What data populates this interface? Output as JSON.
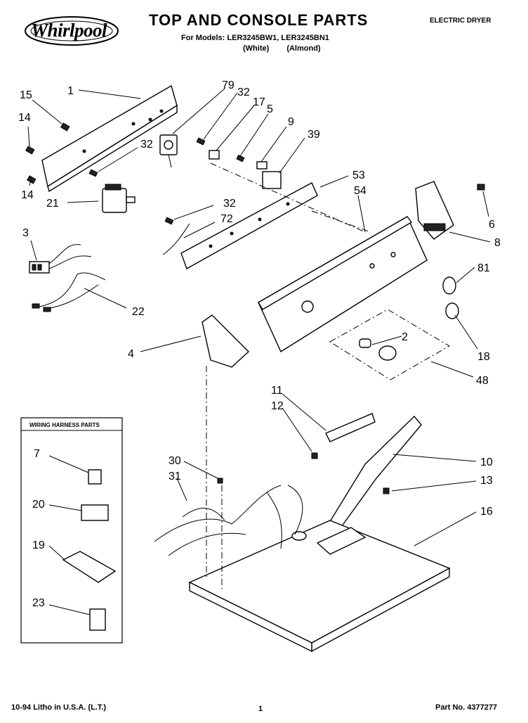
{
  "header": {
    "brand": "Whirlpool",
    "title": "TOP AND CONSOLE PARTS",
    "models_line": "For Models: LER3245BW1, LER3245BN1",
    "model_colors": [
      "(White)",
      "(Almond)"
    ],
    "doc_type": "ELECTRIC DRYER"
  },
  "callouts": [
    "1",
    "15",
    "14",
    "14",
    "21",
    "3",
    "22",
    "79",
    "32",
    "32",
    "32",
    "17",
    "5",
    "9",
    "39",
    "53",
    "54",
    "72",
    "6",
    "8",
    "81",
    "18",
    "2",
    "48",
    "4",
    "11",
    "12",
    "10",
    "13",
    "16",
    "30",
    "31"
  ],
  "harness_box": {
    "title": "WIRING HARNESS PARTS",
    "items": [
      "7",
      "20",
      "19",
      "23"
    ]
  },
  "footer": {
    "print_info": "10-94 Litho in U.S.A. (L.T.)",
    "page": "1",
    "part_number": "Part No. 4377277"
  }
}
